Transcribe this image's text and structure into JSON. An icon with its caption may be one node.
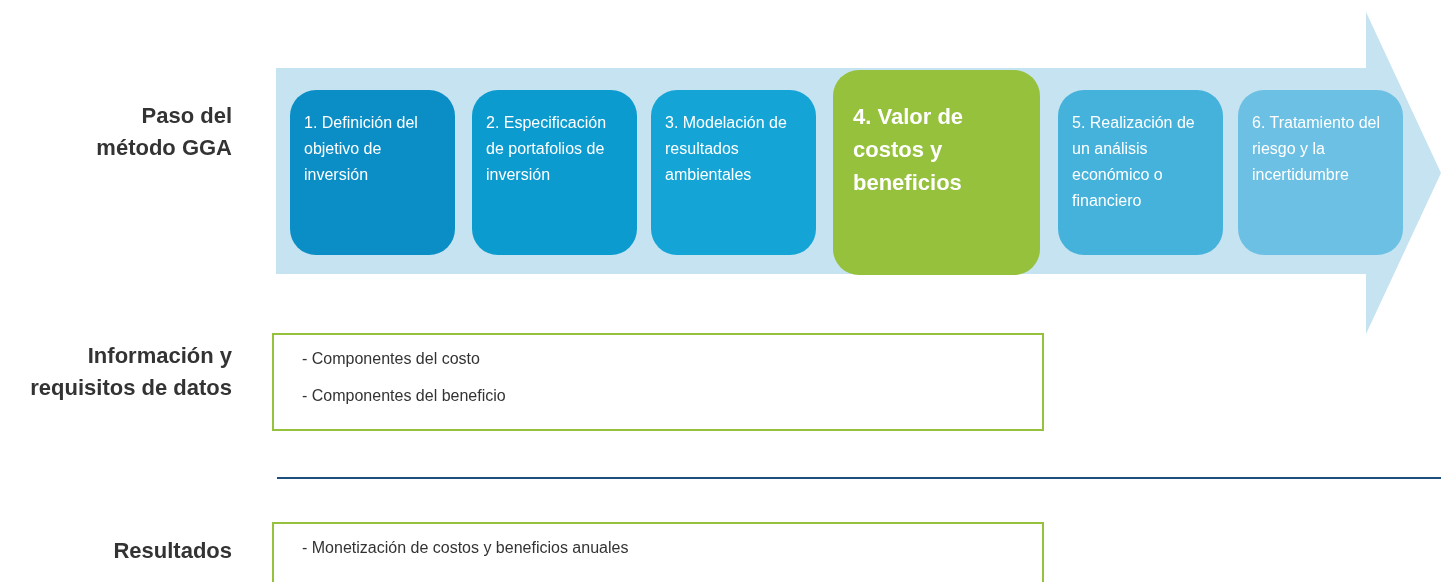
{
  "diagram": {
    "nodes": [
      {
        "text": [],
        "shape": "arrow"
      },
      {
        "text": [
          "1. Definición del objetivo de inversión"
        ],
        "in": 0
      },
      {
        "text": [
          "2. Especificación de portafolios de inversión"
        ],
        "in": 0
      },
      {
        "text": [
          "3. Modelación de resultados ambientales"
        ],
        "in": 0
      },
      {
        "text": [
          "4. Valor de costos y beneficios"
        ],
        "in": 0
      },
      {
        "text": [
          "5. Realización de un análisis económico o financiero"
        ],
        "in": 0
      },
      {
        "text": [
          "6. Tratamiento del riesgo y la incertidumbre"
        ],
        "in": 0
      },
      {
        "text": [
          "- Componentes del costo",
          "- Componentes del beneficio"
        ]
      },
      {
        "text": [
          "- Monetización de costos y beneficios anuales"
        ]
      }
    ],
    "edges": [],
    "labels": [
      "Paso del método GGA",
      "Información y requisitos de datos",
      "Resultados"
    ]
  }
}
